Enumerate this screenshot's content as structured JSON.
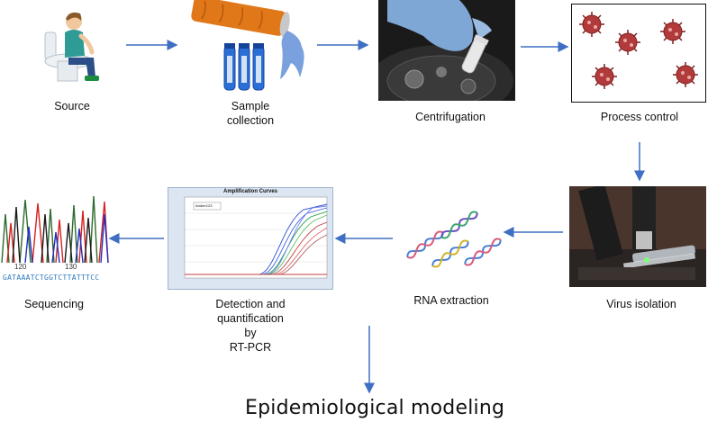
{
  "steps": {
    "source": "Source",
    "sample_collection_line1": "Sample",
    "sample_collection_line2": "collection",
    "centrifugation": "Centrifugation",
    "process_control": "Process control",
    "virus_isolation": "Virus isolation",
    "rna_extraction": "RNA extraction",
    "detection_line1": "Detection and",
    "detection_line2": "quantification",
    "detection_line3": "by",
    "detection_line4": "RT-PCR",
    "sequencing": "Sequencing"
  },
  "final": "Epidemiological modeling",
  "pcr_plot": {
    "title": "Amplification Curves",
    "legend": "Amber123"
  },
  "sequencing_trace": {
    "pos1": "120",
    "pos2": "130",
    "bases": "GATAAATCTGGTCTTATTTCC"
  },
  "colors": {
    "arrow": "#3f6fc4",
    "virus": "#b23a3a",
    "tube_blue": "#2b6fd6",
    "cork_orange": "#e0781a"
  }
}
